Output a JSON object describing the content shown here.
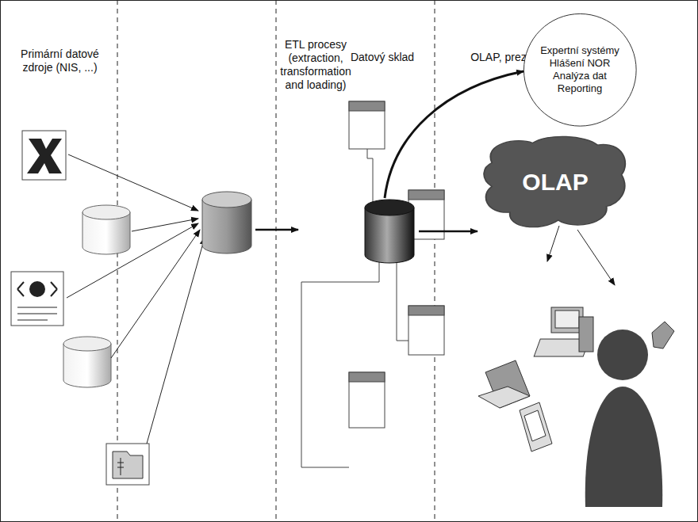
{
  "diagram": {
    "nodes": [
      {
        "text": [
          "Expertní systémy",
          "Hlášení NOR",
          "Analýza dat",
          "Reporting"
        ]
      },
      {
        "text": [
          "OLAP"
        ]
      }
    ],
    "edges": [],
    "labels": [
      "Primární datové zdroje (NIS, ...)",
      "ETL procesy (extraction, transformation and loading)",
      "Datový sklad",
      "OLAP, prezentační vrstva"
    ]
  }
}
